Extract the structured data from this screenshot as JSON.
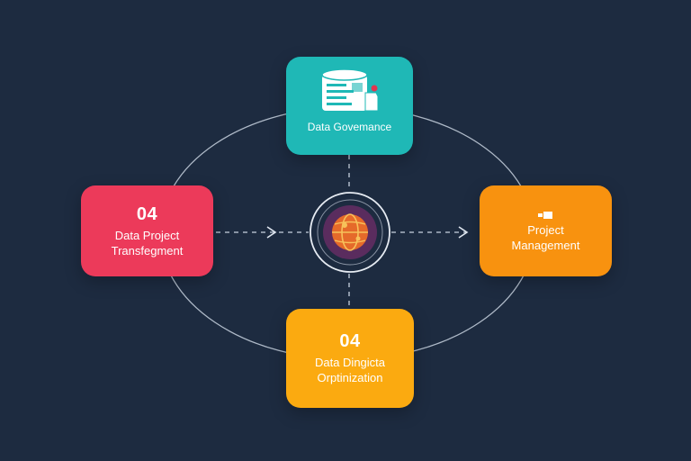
{
  "diagram": {
    "nodes": {
      "top": {
        "label": "Data Govemance",
        "icon": "database-tag-icon"
      },
      "left": {
        "number": "04",
        "label_line1": "Data Project",
        "label_line2": "Transfegment"
      },
      "right": {
        "label_line1": "Project",
        "label_line2": "Management",
        "icon": "flag-icon"
      },
      "bottom": {
        "number": "04",
        "label_line1": "Data Dingicta",
        "label_line2": "Orptinization"
      }
    },
    "hub": {
      "icon": "globe-icon"
    },
    "colors": {
      "background": "#1d2b40",
      "top": "#1fb8b6",
      "left": "#ec3a5a",
      "right": "#f8920f",
      "bottom": "#fbaa10",
      "hub": "#e56a2a"
    }
  }
}
